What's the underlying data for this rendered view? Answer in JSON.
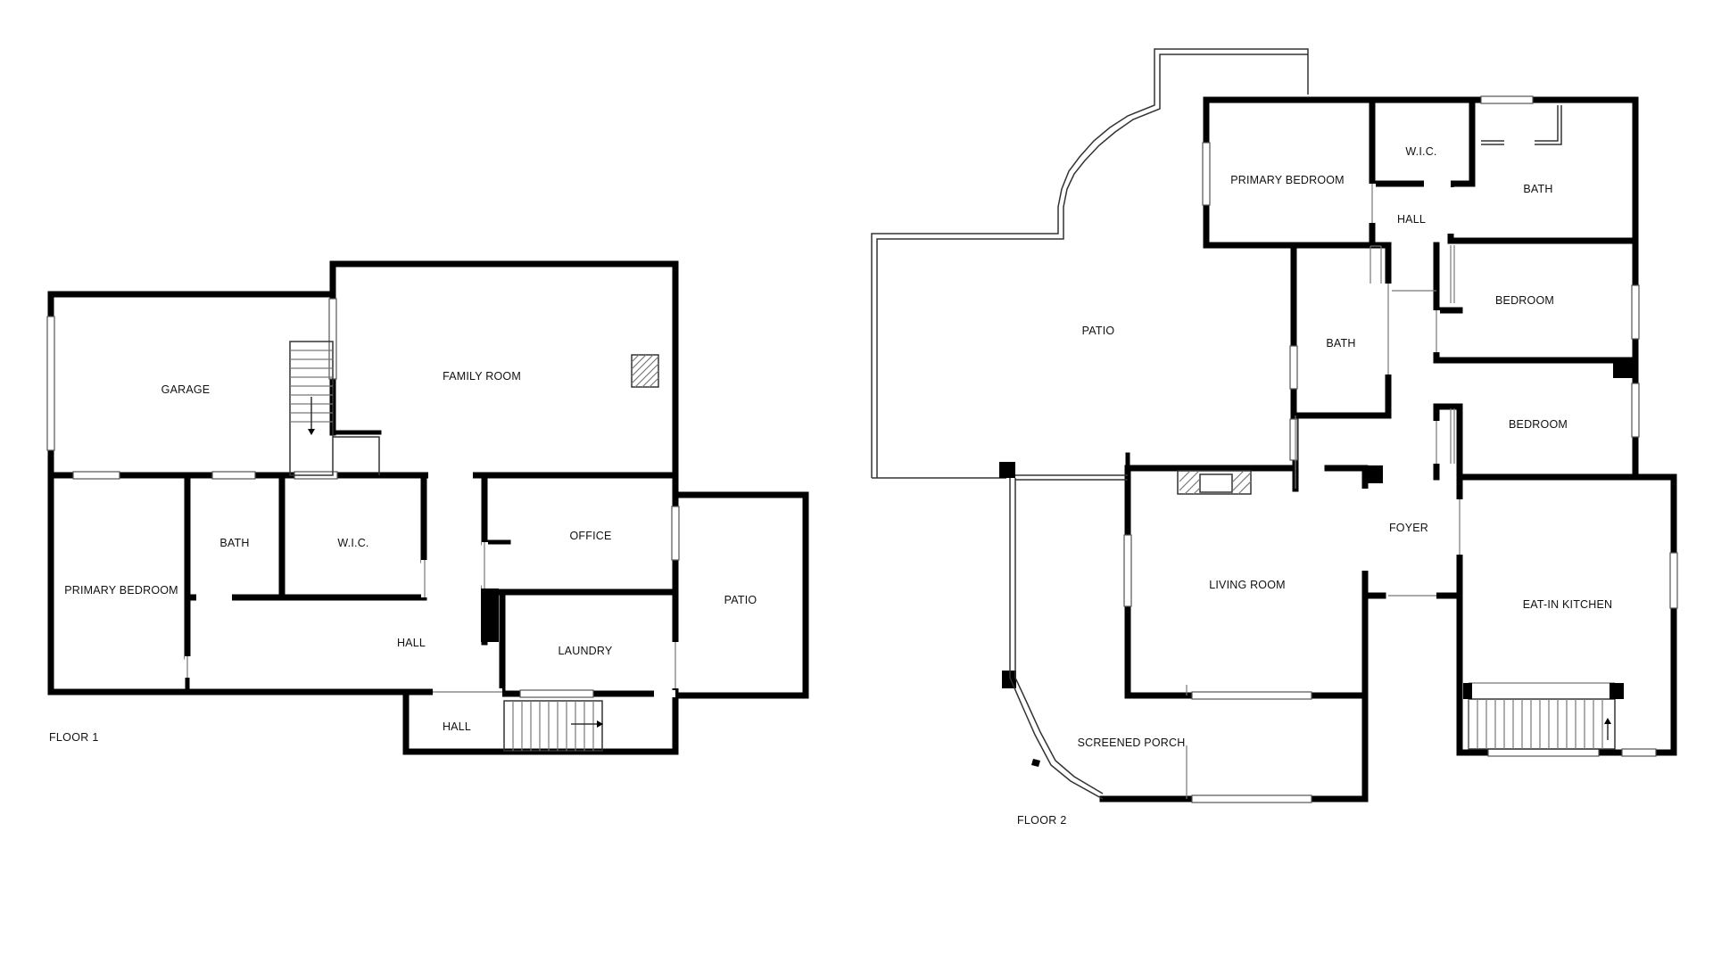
{
  "floors": [
    {
      "label": "FLOOR 1",
      "rooms": {
        "garage": "GARAGE",
        "family_room": "FAMILY ROOM",
        "primary_bedroom": "PRIMARY BEDROOM",
        "bath": "BATH",
        "wic": "W.I.C.",
        "office": "OFFICE",
        "patio": "PATIO",
        "hall_main": "HALL",
        "laundry": "LAUNDRY",
        "hall_lower": "HALL"
      }
    },
    {
      "label": "FLOOR 2",
      "rooms": {
        "primary_bedroom": "PRIMARY BEDROOM",
        "wic": "W.I.C.",
        "bath_upper": "BATH",
        "hall": "HALL",
        "patio": "PATIO",
        "bath_mid": "BATH",
        "bedroom_1": "BEDROOM",
        "bedroom_2": "BEDROOM",
        "foyer": "FOYER",
        "living_room": "LIVING ROOM",
        "eat_in_kitchen": "EAT-IN KITCHEN",
        "screened_porch": "SCREENED PORCH"
      }
    }
  ],
  "colors": {
    "wall": "#000000",
    "background": "#ffffff",
    "text": "#111111"
  }
}
